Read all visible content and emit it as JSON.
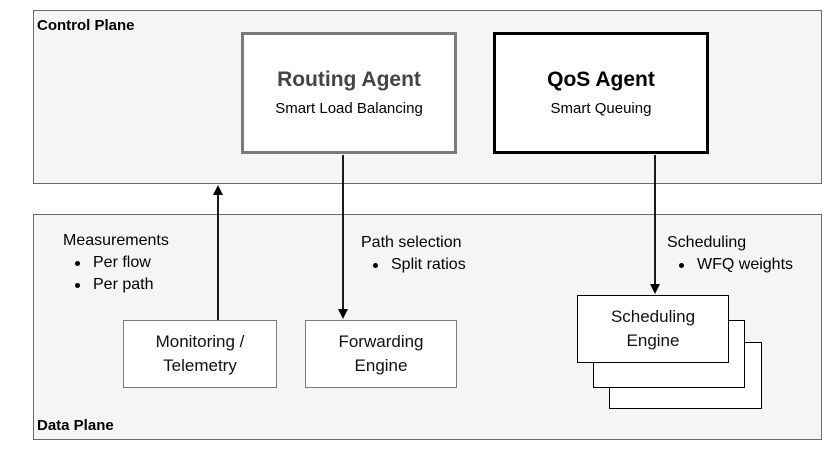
{
  "control_plane": {
    "label": "Control Plane"
  },
  "data_plane": {
    "label": "Data Plane"
  },
  "routing_agent": {
    "title": "Routing Agent",
    "subtitle": "Smart Load Balancing"
  },
  "qos_agent": {
    "title": "QoS Agent",
    "subtitle": "Smart Queuing"
  },
  "monitoring": {
    "label_line1": "Monitoring /",
    "label_line2": "Telemetry"
  },
  "forwarding": {
    "label_line1": "Forwarding",
    "label_line2": "Engine"
  },
  "scheduling_engine": {
    "label_line1": "Scheduling",
    "label_line2": "Engine"
  },
  "annotations": {
    "measurements": {
      "heading": "Measurements",
      "items": [
        "Per flow",
        "Per path"
      ]
    },
    "path_selection": {
      "heading": "Path selection",
      "items": [
        "Split ratios"
      ]
    },
    "scheduling": {
      "heading": "Scheduling",
      "items": [
        "WFQ weights"
      ]
    }
  },
  "colors": {
    "plane_fill": "#f5f5f5",
    "plane_border": "#6b6b6b",
    "routing_border": "#7a7a7a",
    "qos_border": "#000000",
    "arrow": "#000000"
  }
}
